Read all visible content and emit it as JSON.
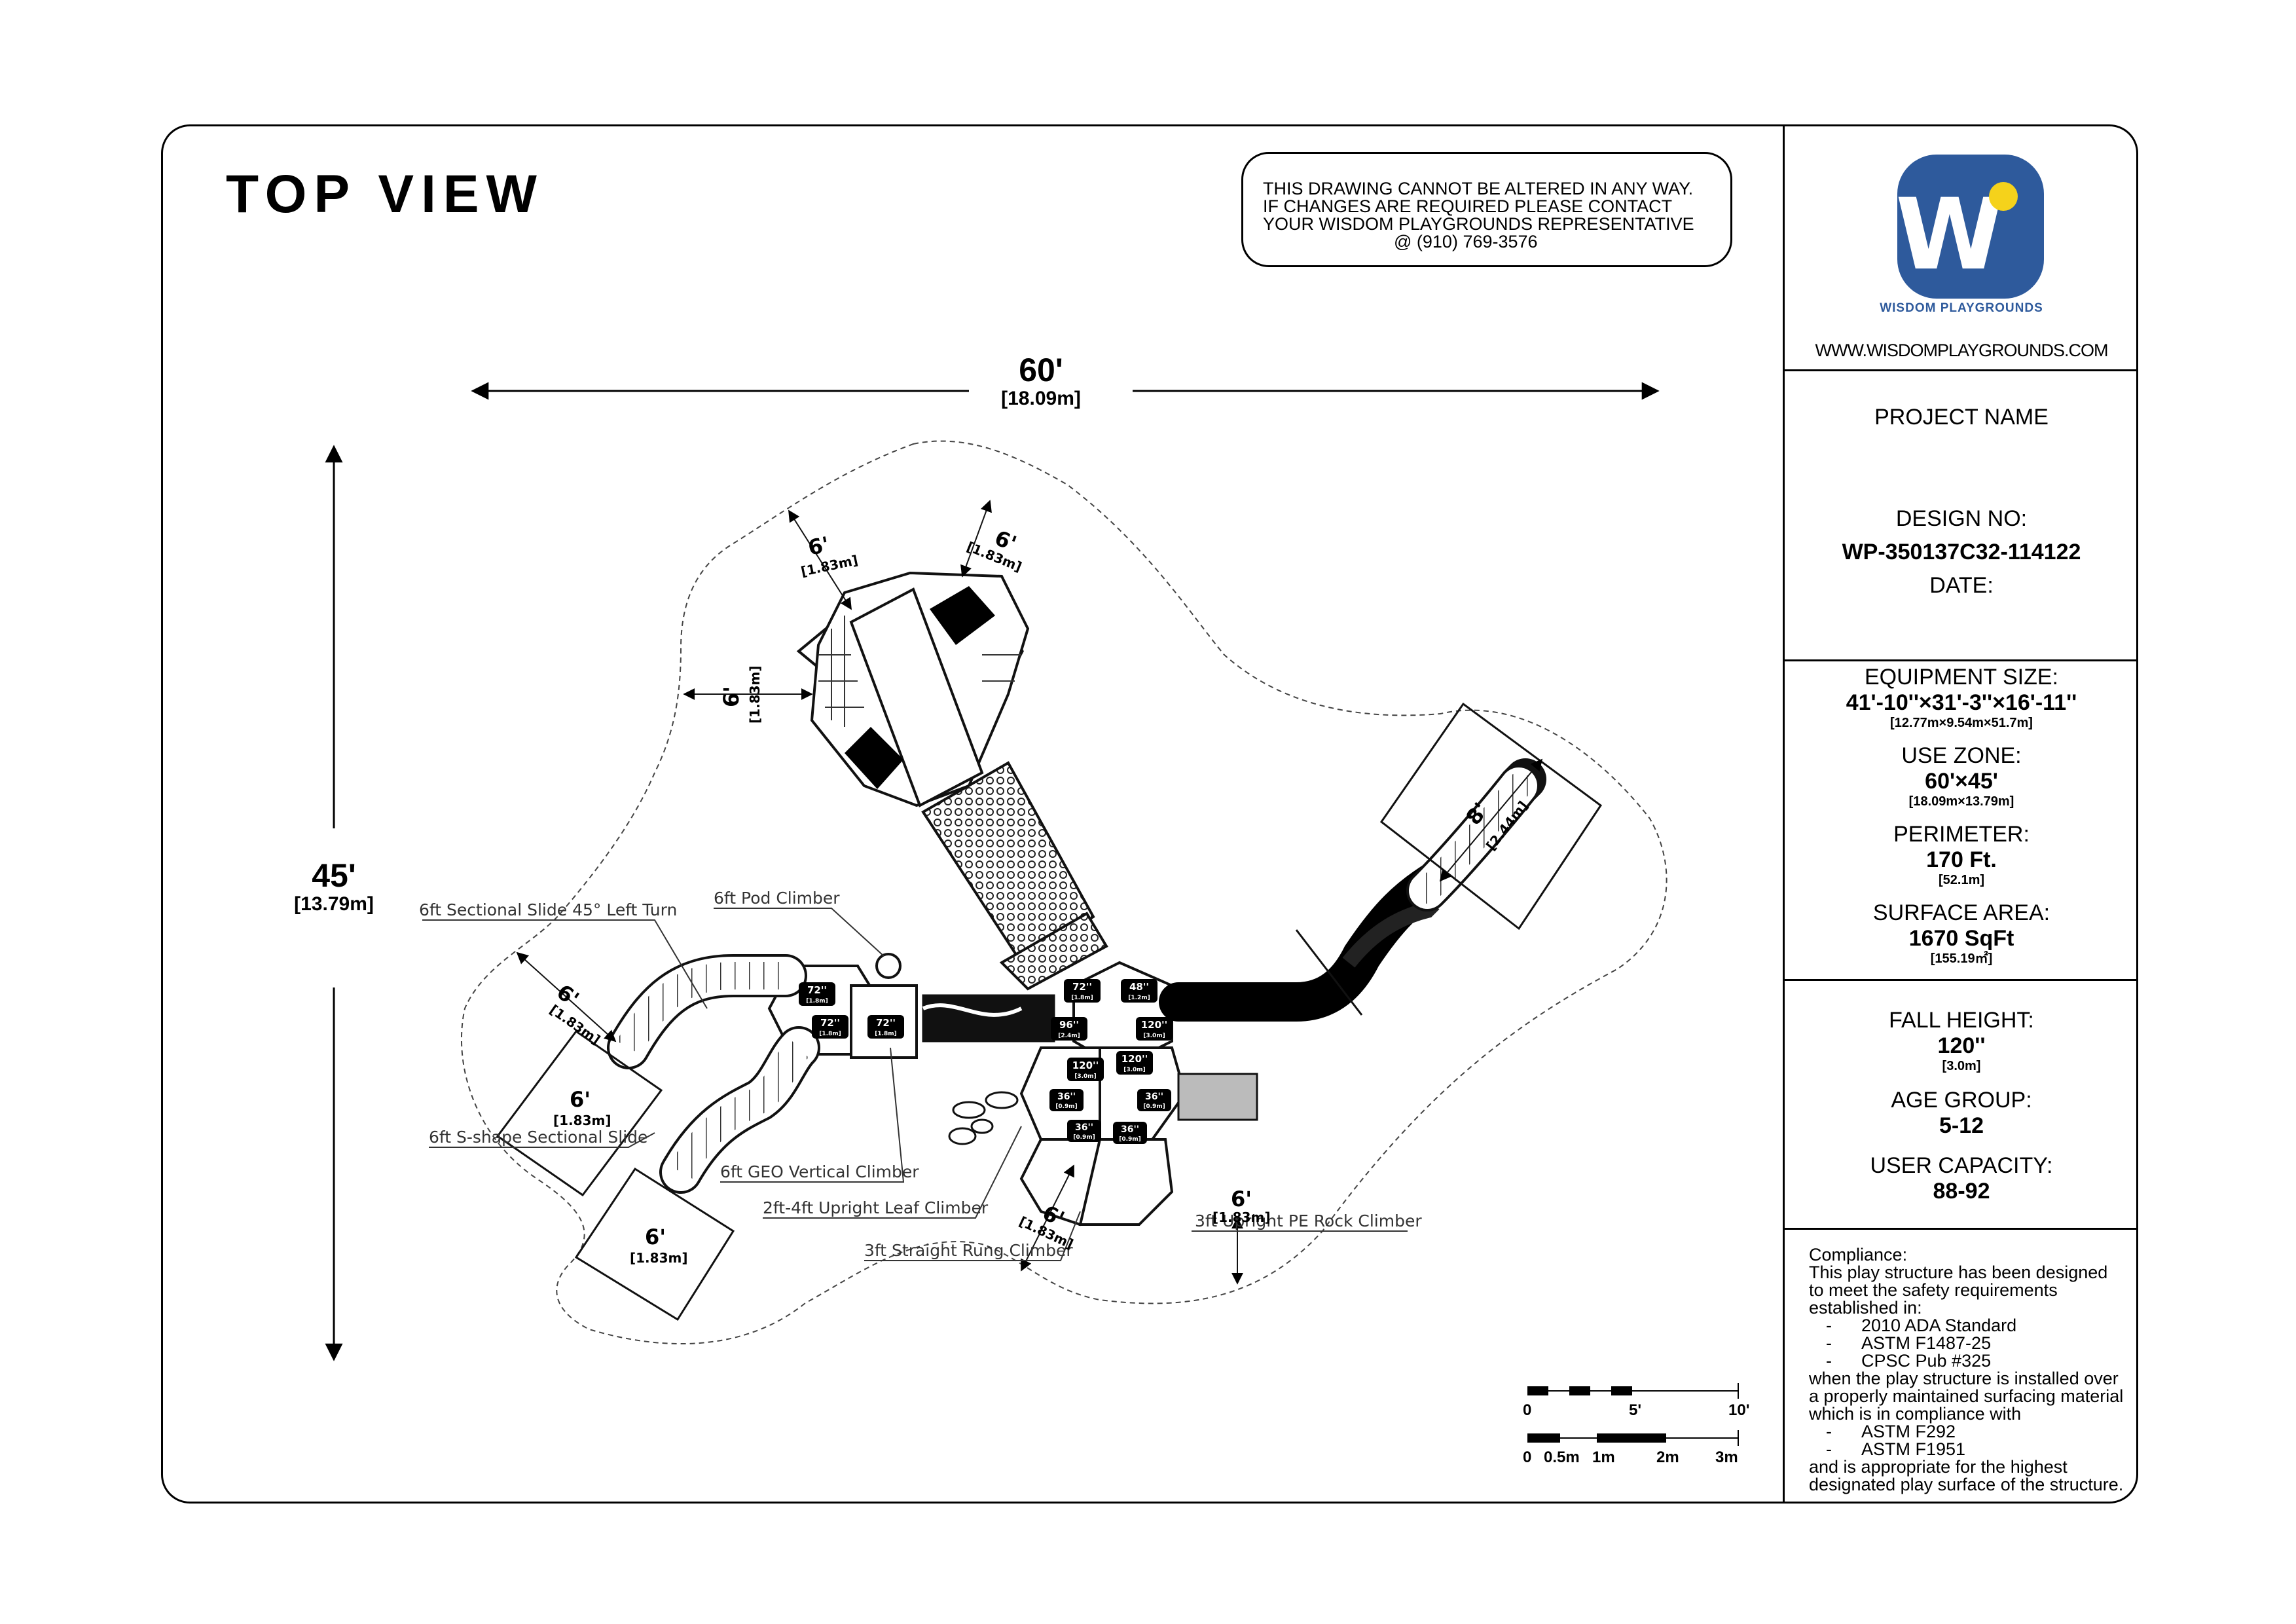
{
  "title": "TOP VIEW",
  "notice": {
    "line1": "THIS DRAWING CANNOT BE ALTERED IN ANY WAY.",
    "line2": "IF CHANGES ARE REQUIRED PLEASE CONTACT",
    "line3": "YOUR WISDOM PLAYGROUNDS REPRESENTATIVE",
    "line4": "@ (910) 769-3576"
  },
  "dimensions": {
    "width": "60'",
    "width_m": "[18.09m]",
    "height": "45'",
    "height_m": "[13.79m]"
  },
  "colors": {
    "logo_blue": "#2e5a9c",
    "logo_yellow": "#f5d21b",
    "line": "#000000"
  },
  "logo": {
    "letter": "W",
    "name": "WISDOM PLAYGROUNDS",
    "website": "WWW.WISDOMPLAYGROUNDS.COM"
  },
  "project": {
    "project_name_label": "PROJECT NAME",
    "design_no_label": "DESIGN NO:",
    "design_no": "WP-350137C32-114122",
    "date_label": "DATE:"
  },
  "specs": {
    "equipment_size_label": "EQUIPMENT SIZE:",
    "equipment_size": "41'-10''×31'-3''×16'-11''",
    "equipment_size_m": "[12.77m×9.54m×51.7m]",
    "use_zone_label": "USE ZONE:",
    "use_zone": "60'×45'",
    "use_zone_m": "[18.09m×13.79m]",
    "perimeter_label": "PERIMETER:",
    "perimeter": "170 Ft.",
    "perimeter_m": "[52.1m]",
    "surface_area_label": "SURFACE AREA:",
    "surface_area": "1670 SqFt",
    "surface_area_m": "[155.19㎡]"
  },
  "fall": {
    "fall_height_label": "FALL HEIGHT:",
    "fall_height": "120''",
    "fall_height_m": "[3.0m]",
    "age_group_label": "AGE GROUP:",
    "age_group": "5-12",
    "user_capacity_label": "USER CAPACITY:",
    "user_capacity": "88-92"
  },
  "compliance": {
    "l1": "Compliance:",
    "l2": "This play structure has been designed",
    "l3": "to meet the safety requirements",
    "l4": "established in:",
    "std1": "2010 ADA Standard",
    "std2": "ASTM F1487-25",
    "std3": "CPSC Pub #325",
    "l5": "when the play structure is installed over",
    "l6": "a properly maintained surfacing material",
    "l7": "which is in compliance with",
    "std4": "ASTM F292",
    "std5": "ASTM F1951",
    "l8": "and is appropriate for the highest",
    "l9": "designated play surface of the structure.",
    "dash": "-"
  },
  "scale": {
    "ft0": "0",
    "ft5": "5'",
    "ft10": "10'",
    "m0": "0",
    "m05": "0.5m",
    "m1": "1m",
    "m2": "2m",
    "m3": "3m"
  },
  "callouts": {
    "c1": "6ft Sectional Slide 45° Left Turn",
    "c2": "6ft Pod Climber",
    "c3": "6ft S-shape Sectional Slide",
    "c4": "6ft GEO Vertical Climber",
    "c5": "2ft-4ft Upright Leaf Climber",
    "c6": "3ft Straight Rung Climber",
    "c7": "3ft Upright PE Rock Climber"
  },
  "clearances": {
    "six": "6'",
    "six_m": "[1.83m]",
    "eight": "8'",
    "eight_m": "[2.44m]"
  },
  "decks": {
    "d1": "72''",
    "d1m": "[1.8m]",
    "d2": "72''",
    "d2m": "[1.8m]",
    "d3": "72''",
    "d3m": "[1.8m]",
    "d4": "72''",
    "d4m": "[1.8m]",
    "d5": "48''",
    "d5m": "[1.2m]",
    "d6": "96''",
    "d6m": "[2.4m]",
    "d7": "120''",
    "d7m": "[3.0m]",
    "d8": "120''",
    "d8m": "[3.0m]",
    "d9": "120''",
    "d9m": "[3.0m]",
    "d10": "36''",
    "d10m": "[0.9m]",
    "d11": "36''",
    "d11m": "[0.9m]",
    "d12": "36''",
    "d12m": "[0.9m]",
    "d13": "36''",
    "d13m": "[0.9m]"
  }
}
